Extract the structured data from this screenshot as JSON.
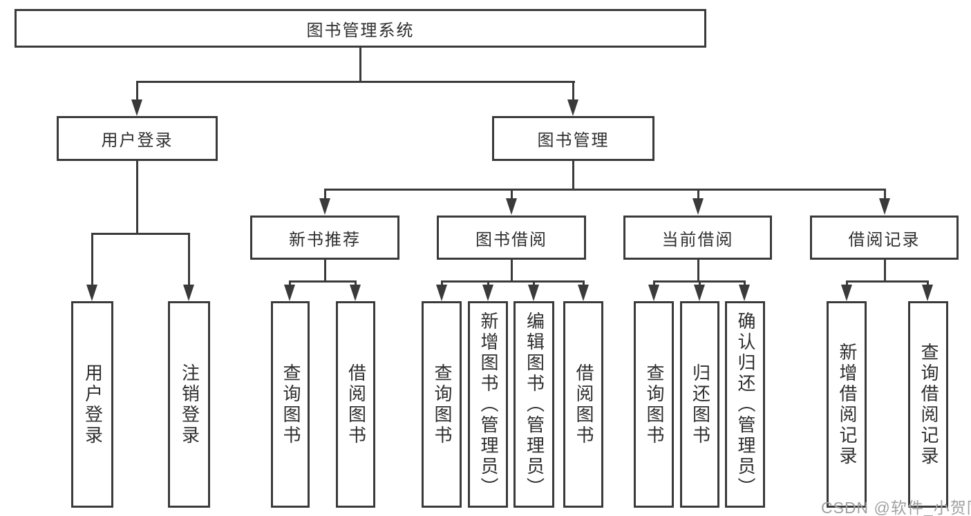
{
  "diagram": {
    "root": "图书管理系统",
    "level2": {
      "user_login": "用户登录",
      "book_management": "图书管理"
    },
    "level3": {
      "new_book_rec": "新书推荐",
      "book_borrow": "图书借阅",
      "current_borrow": "当前借阅",
      "borrow_record": "借阅记录"
    },
    "leaves": {
      "user_login": [
        "用户登录",
        "注销登录"
      ],
      "new_book_rec": [
        "查询图书",
        "借阅图书"
      ],
      "book_borrow": [
        "查询图书",
        "新增图书（管理员）",
        "编辑图书（管理员）",
        "借阅图书"
      ],
      "current_borrow": [
        "查询图书",
        "归还图书",
        "确认归还（管理员）"
      ],
      "borrow_record": [
        "新增借阅记录",
        "查询借阅记录"
      ]
    }
  },
  "watermark": "CSDN @软件_小贺同学",
  "colors": {
    "line": "#3a3a3a",
    "text": "#2e2e2e",
    "watermark": "#a0a0a0",
    "background": "#ffffff"
  }
}
